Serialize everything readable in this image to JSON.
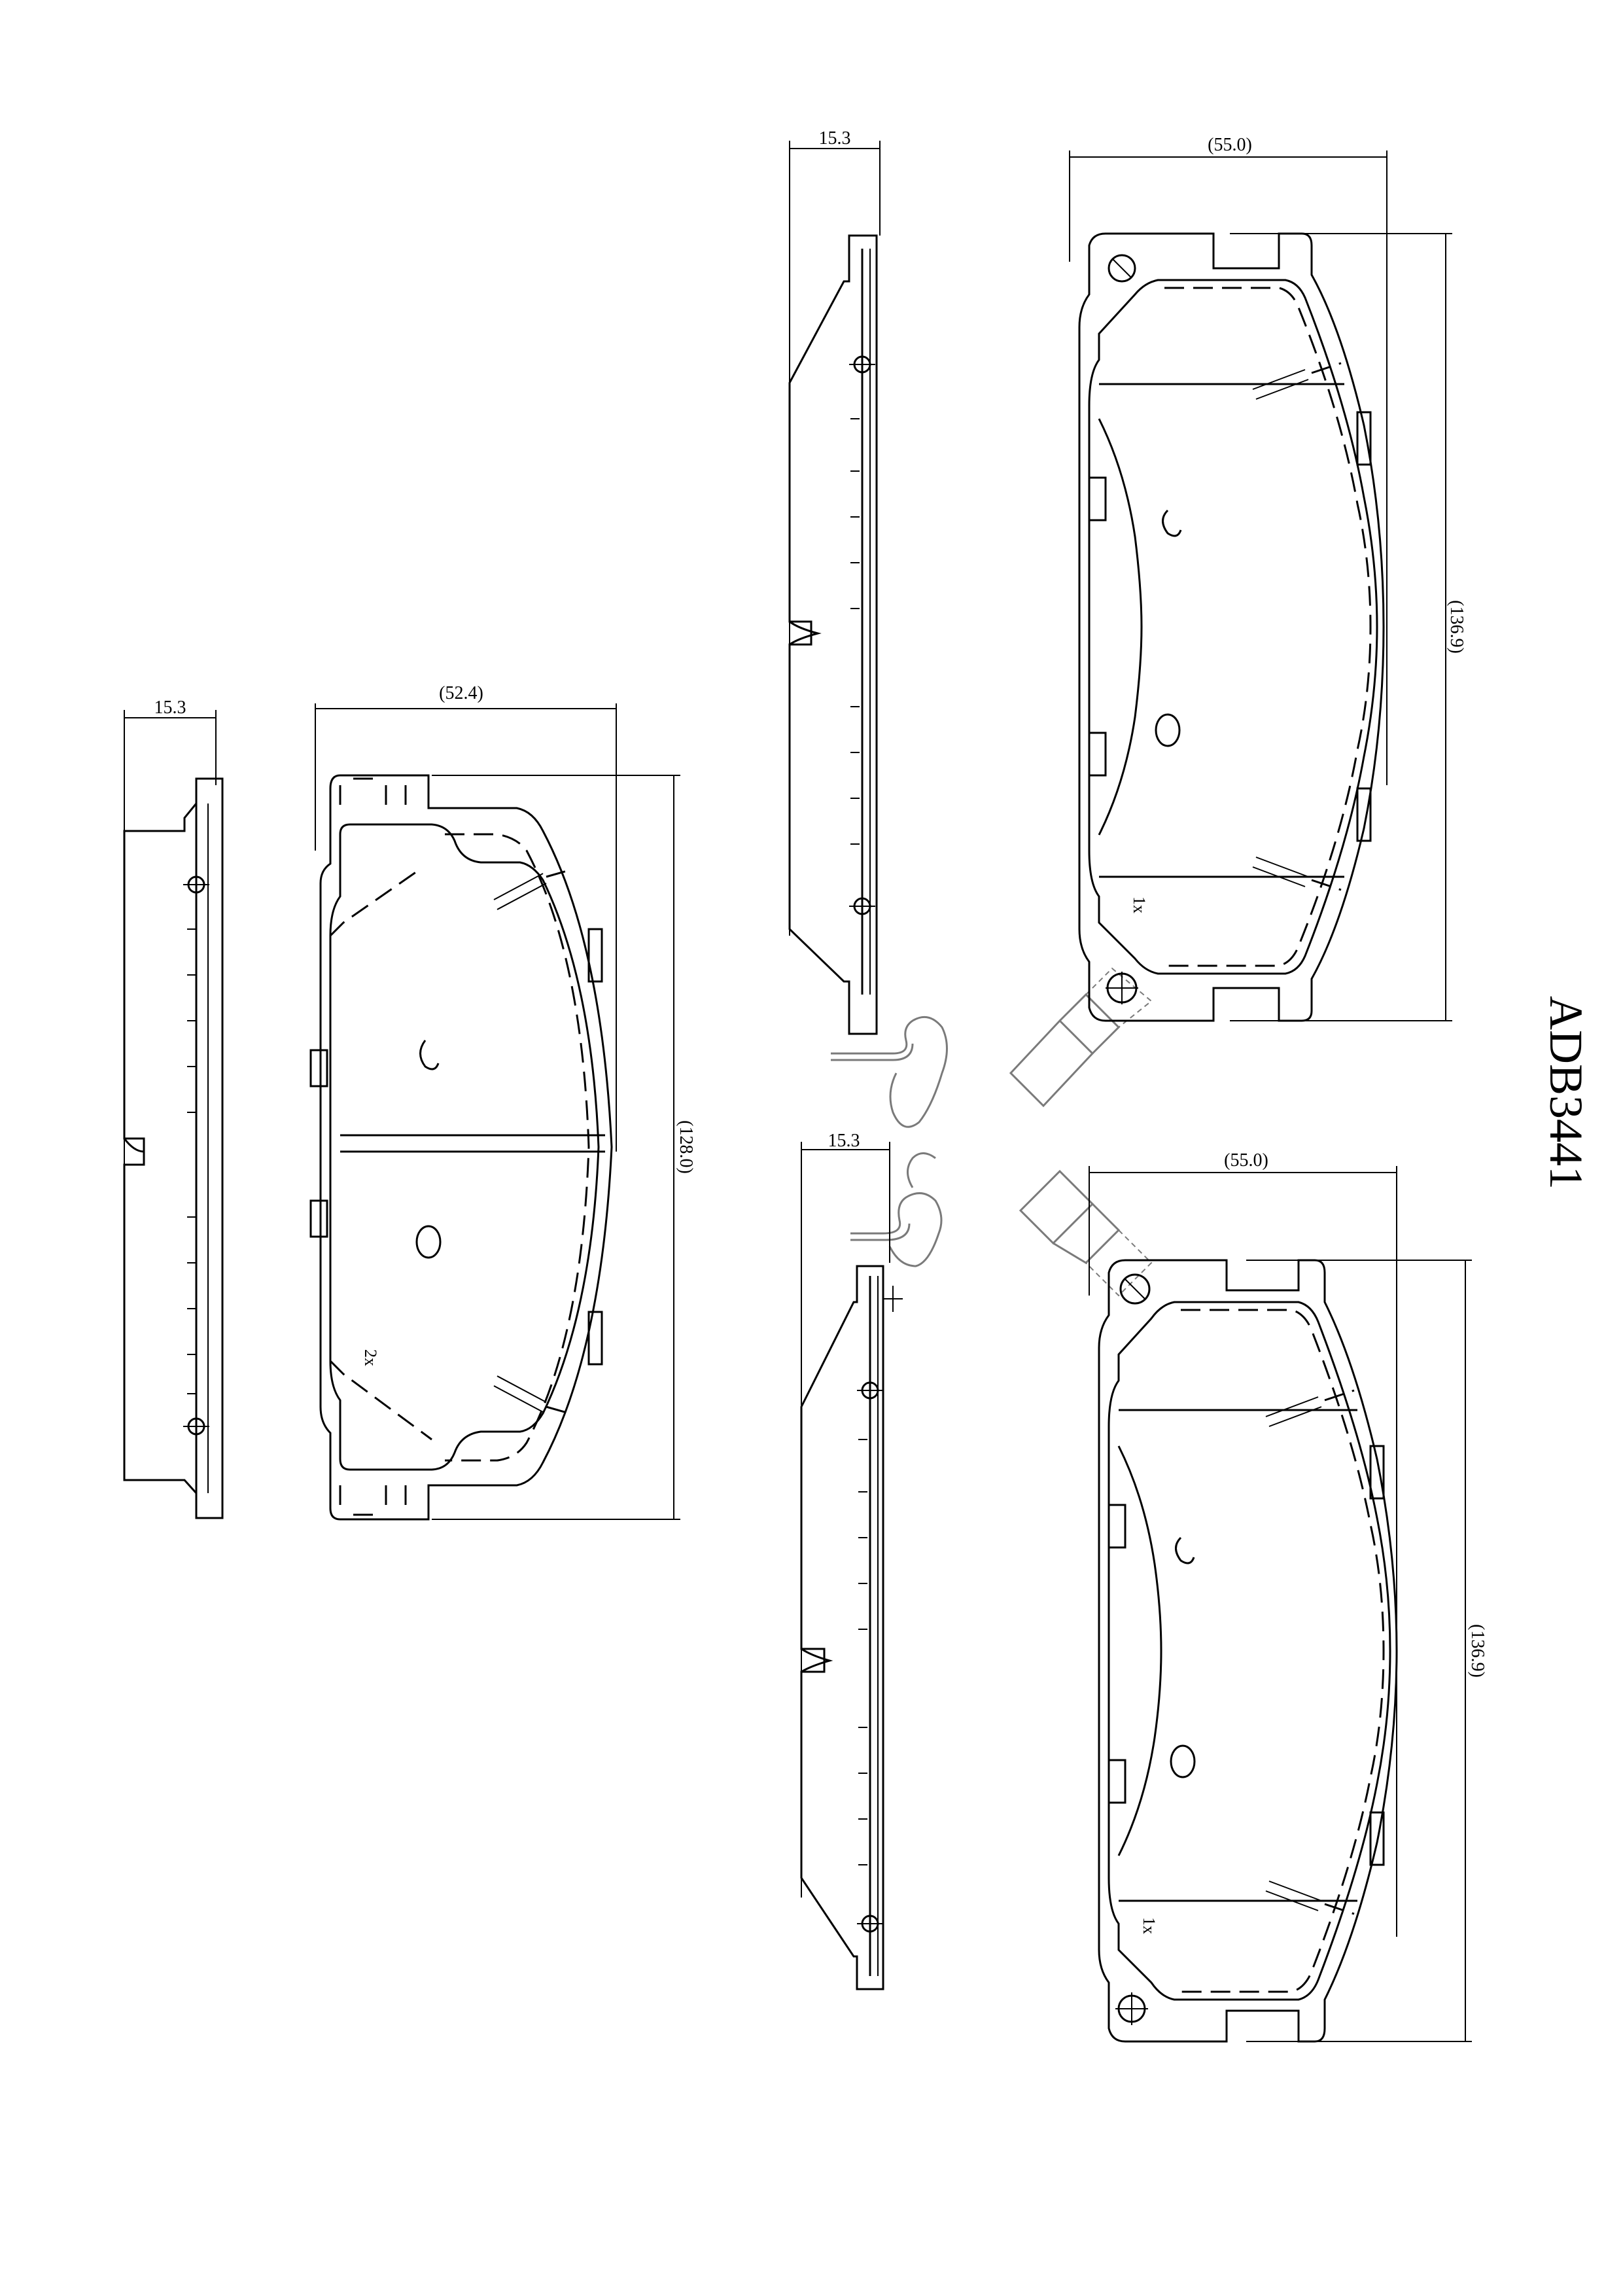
{
  "part_number": "ADB3441",
  "dimensions": {
    "side_thickness": "15.3",
    "left_pad_width": "(52.4)",
    "left_pad_height": "(128.0)",
    "right_pad_width": "(55.0)",
    "right_pad_height": "(136.9)"
  },
  "notes": {
    "left_quantity": "2x",
    "right_top_quantity": "1x",
    "right_bottom_quantity": "1x"
  },
  "icons": [
    "wear-sensor-clip-icon",
    "wear-indicator-icon",
    "shim-pin-icon"
  ]
}
